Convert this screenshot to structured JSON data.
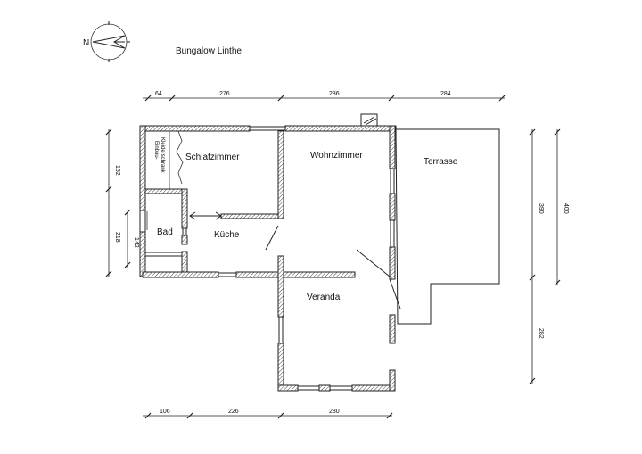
{
  "title": "Bungalow Linthe",
  "compass": {
    "north_letter": "N"
  },
  "rooms": {
    "schlafzimmer": "Schlafzimmer",
    "wohnzimmer": "Wohnzimmer",
    "terrasse": "Terrasse",
    "bad": "Bad",
    "kueche": "Küche",
    "veranda": "Veranda",
    "schrank_line1": "Einbau-",
    "schrank_line2": "Kleiderschrank"
  },
  "dimensions": {
    "top": [
      "64",
      "276",
      "286",
      "284"
    ],
    "bottom": [
      "106",
      "226",
      "280"
    ],
    "left": [
      "152",
      "218",
      "142"
    ],
    "right": [
      "390",
      "400",
      "282"
    ]
  }
}
